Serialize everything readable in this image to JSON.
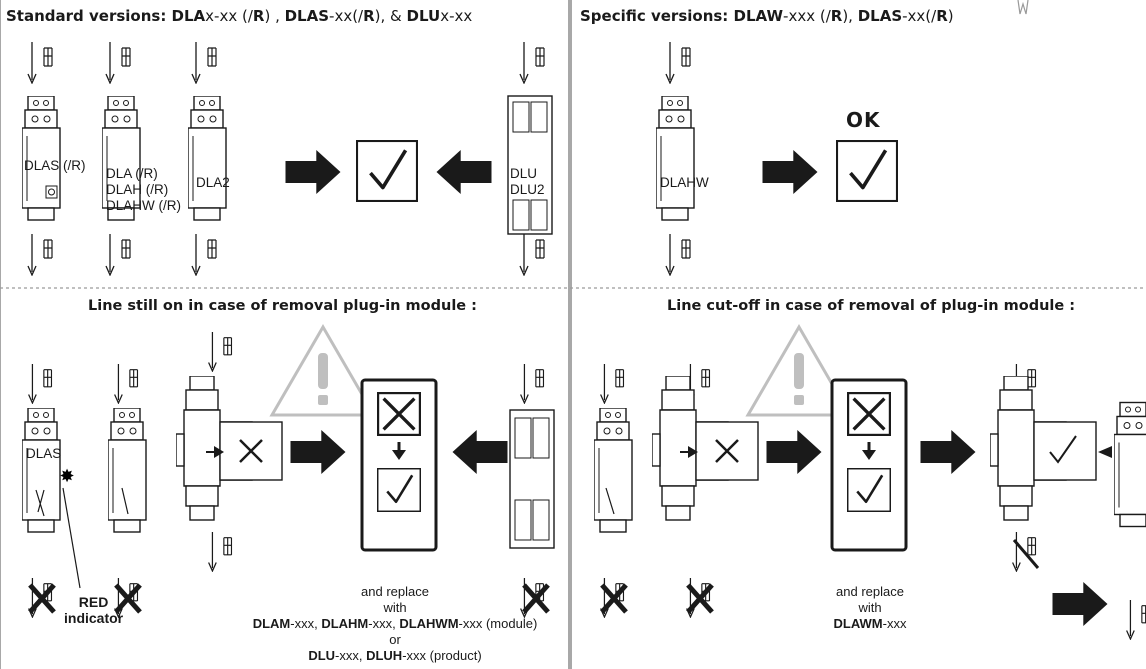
{
  "left_panel": {
    "header": {
      "prefix": "Standard versions: ",
      "m1": "DLA",
      "m2": "x-xx (/",
      "m3": "R",
      "m4": ") , ",
      "m5": "DLAS",
      "m6": "-xx(/",
      "m7": "R",
      "m8": "), & ",
      "m9": "DLU",
      "m10": "x-xx"
    },
    "device_labels": {
      "dlas": "DLAS (/R)",
      "dla": "DLA (/R)",
      "dlah": "DLAH (/R)",
      "dlahw": "DLAHW (/R)",
      "dla2": "DLA2",
      "dlu": "DLU",
      "dlu2": "DLU2"
    },
    "subheader": "Line still on in case of removal plug-in module :",
    "dlas_label": "DLAS",
    "red_indicator": [
      "RED",
      "indicator"
    ],
    "caption": {
      "line1": "and replace",
      "line2": "with",
      "line3_a": "DLAM",
      "line3_b": "-xxx, ",
      "line3_c": "DLAHM",
      "line3_d": "-xxx, ",
      "line3_e": "DLAHWM",
      "line3_f": "-xxx (module)",
      "line4": "or",
      "line5_a": "DLU",
      "line5_b": "-xxx, ",
      "line5_c": "DLUH",
      "line5_d": "-xxx (product)"
    }
  },
  "right_panel": {
    "header": {
      "prefix": "Specific versions: ",
      "m1": "DLAW",
      "m2": "-xxx (/",
      "m3": "R",
      "m4": "), ",
      "m5": "DLAS",
      "m6": "-xx(/",
      "m7": "R",
      "m8": ")"
    },
    "ok_label": "OK",
    "device_label": "DLAHW",
    "subheader": "Line cut-off in case of removal of plug-in module :",
    "caption": {
      "line1": "and replace",
      "line2": "with",
      "line3_a": "DLAWM",
      "line3_b": "-xxx"
    }
  },
  "colors": {
    "divider": "#a8a8a8",
    "dotted": "#9a9a9a",
    "ink": "#1a1a1a",
    "warning": "#bfbfbf"
  }
}
